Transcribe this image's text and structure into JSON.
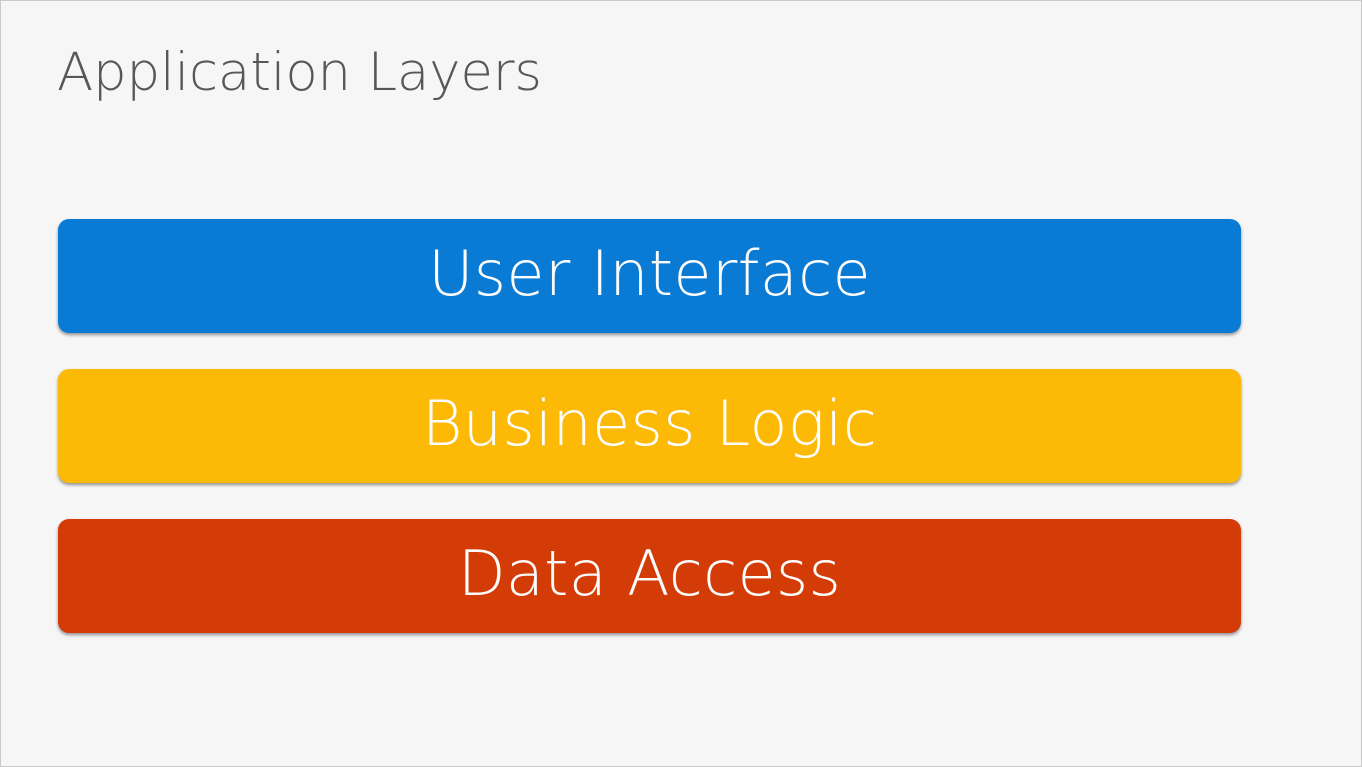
{
  "slide": {
    "title": "Application Layers",
    "background_color": "#F6F6F6",
    "border_color": "#C9C9C9",
    "title_color": "#575757"
  },
  "layers": [
    {
      "label": "User Interface",
      "color": "#0A7BD4",
      "text_color": "#FDFDFD",
      "name": "user-interface"
    },
    {
      "label": "Business Logic",
      "color": "#FCBA07",
      "text_color": "#FDFDFD",
      "name": "business-logic"
    },
    {
      "label": "Data Access",
      "color": "#D33C06",
      "text_color": "#FDFDFD",
      "name": "data-access"
    }
  ]
}
